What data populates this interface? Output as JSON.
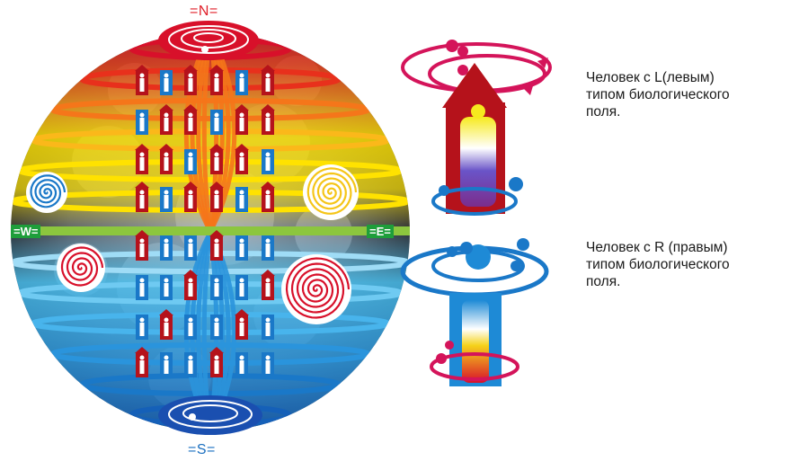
{
  "poles": {
    "north": "=N=",
    "south": "=S=",
    "west": "=W=",
    "east": "=E="
  },
  "figures": [
    {
      "id": "left-field",
      "lines": [
        "Человек с  L(левым)",
        "типом биологического",
        "поля."
      ]
    },
    {
      "id": "right-field",
      "lines": [
        "Человек с  R (правым)",
        "типом биологического",
        "поля."
      ]
    }
  ],
  "colors": {
    "red": "#d8102a",
    "blue": "#1a78c8",
    "green": "#8cc63e",
    "yellow": "#ffe200",
    "magenta": "#d4145a",
    "box_red": "#b5121b",
    "box_blue": "#1e8ad6"
  },
  "icons": [
    "spiral-icon",
    "person-icon",
    "orbit-icon",
    "house-icon"
  ]
}
